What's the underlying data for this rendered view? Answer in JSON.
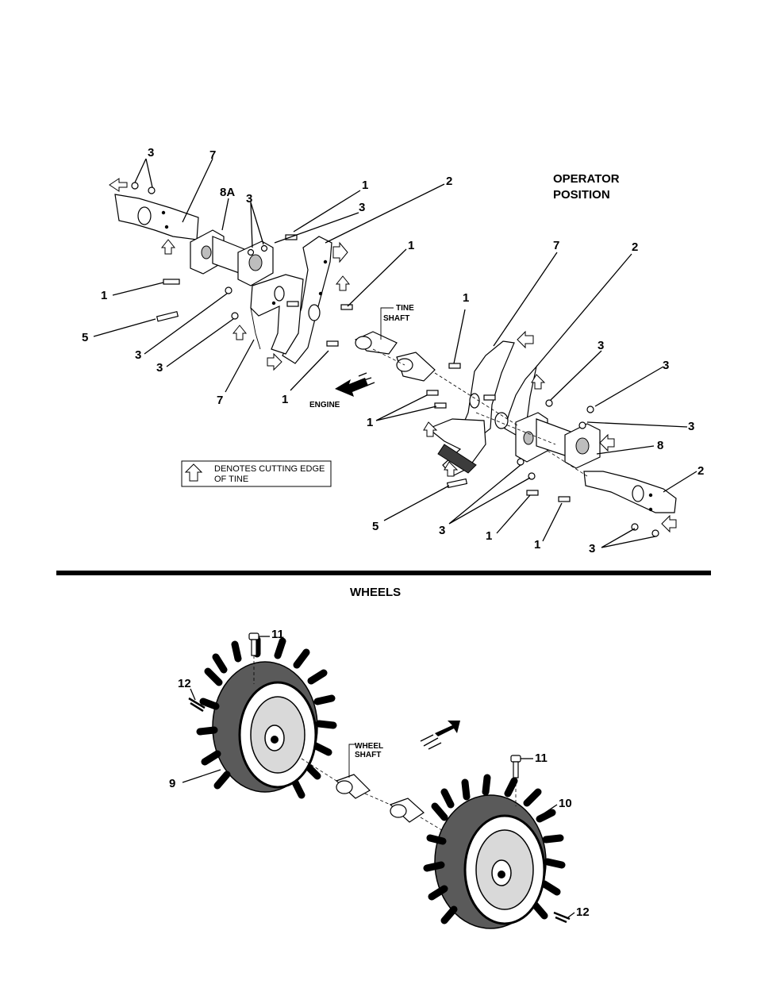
{
  "tine_diagram": {
    "operator_position": [
      "OPERATOR",
      "POSITION"
    ],
    "tine_shaft": [
      "TINE",
      "SHAFT"
    ],
    "engine": "ENGINE",
    "legend_text": [
      "DENOTES CUTTING EDGE",
      "OF TINE"
    ],
    "callouts": {
      "c3a": "3",
      "c7a": "7",
      "c8A": "8A",
      "c3b": "3",
      "c1a": "1",
      "c3c": "3",
      "c2a": "2",
      "c1b": "1",
      "c1c": "1",
      "c5a": "5",
      "c3d": "3",
      "c3e": "3",
      "c7b": "7",
      "c1d": "1",
      "c1e": "1",
      "c7c": "7",
      "c2b": "2",
      "c3f": "3",
      "c3g": "3",
      "c1f": "1",
      "c3h": "3",
      "c8": "8",
      "c2c": "2",
      "c5b": "5",
      "c3i": "3",
      "c1g": "1",
      "c1h": "1",
      "c3j": "3"
    }
  },
  "wheels_diagram": {
    "title": "WHEELS",
    "wheel_shaft": [
      "WHEEL",
      "SHAFT"
    ],
    "callouts": {
      "c11a": "11",
      "c12a": "12",
      "c9": "9",
      "c11b": "11",
      "c10": "10",
      "c12b": "12"
    }
  }
}
